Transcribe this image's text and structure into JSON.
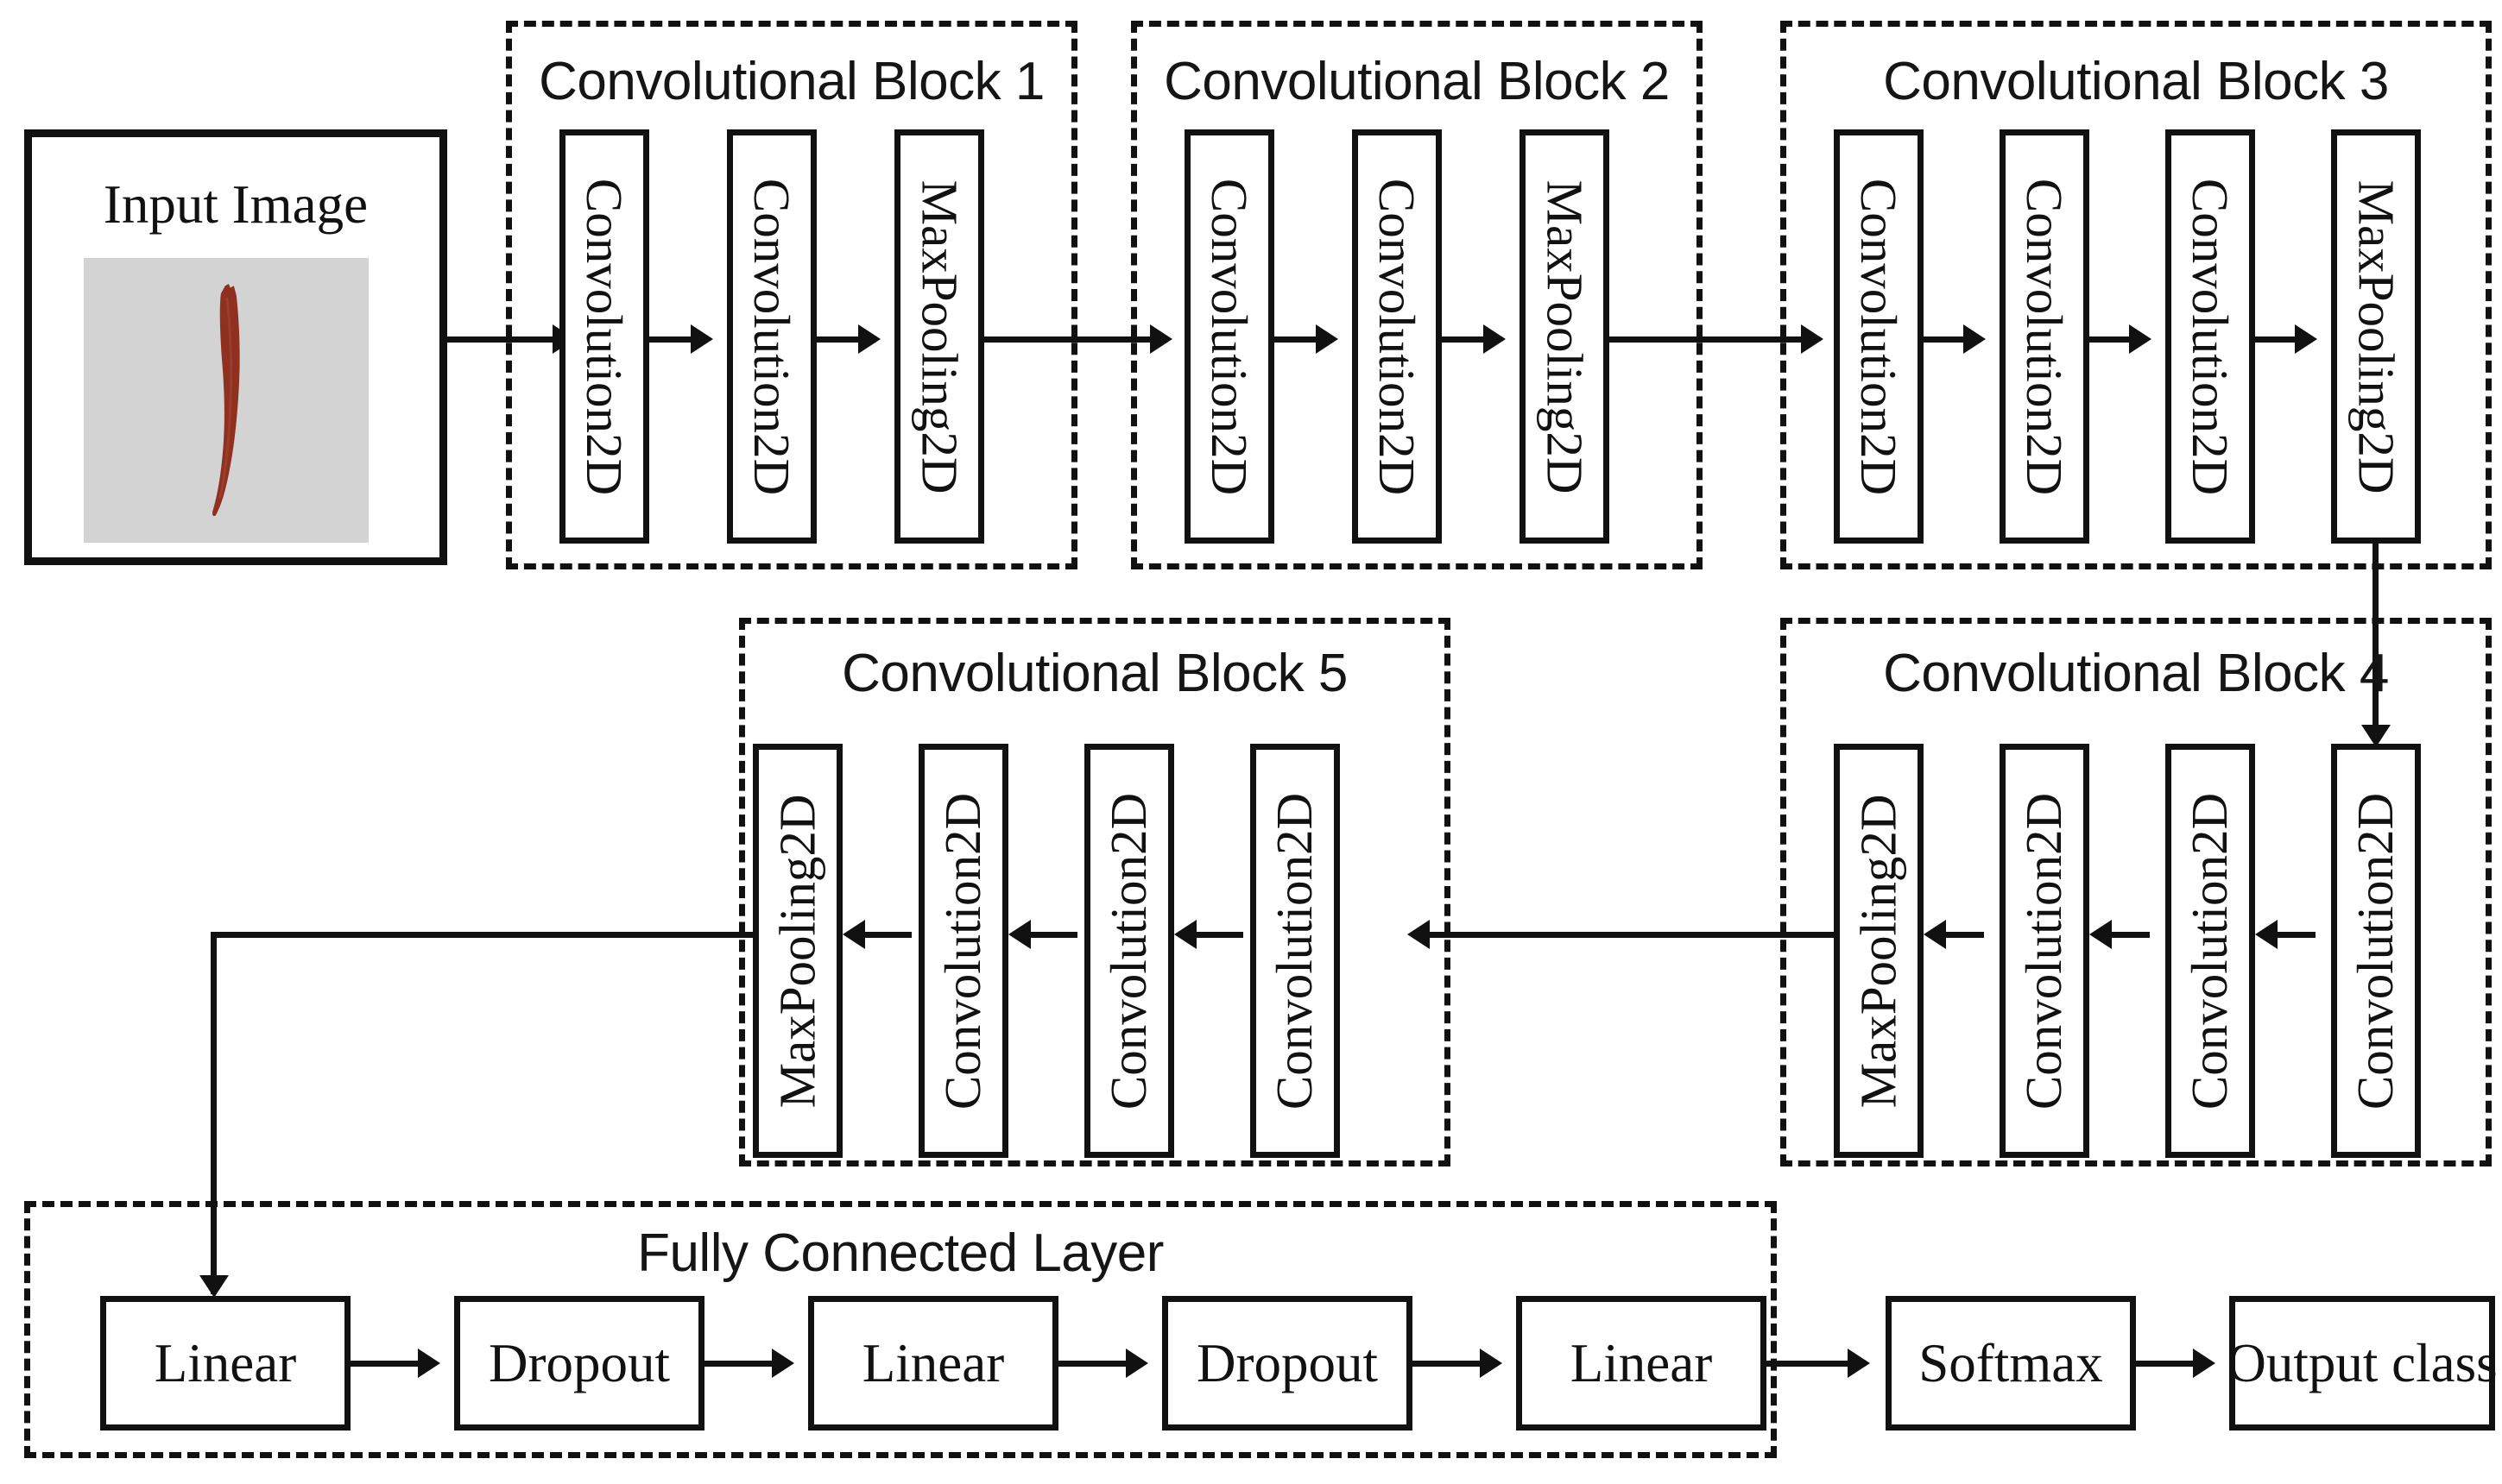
{
  "figure": {
    "type": "cnn-architecture-diagram",
    "description": "VGG-style convolutional neural network architecture for chili pepper image classification"
  },
  "input": {
    "title": "Input Image",
    "photo": {
      "subject": "dried red chili pepper",
      "background_color": "#d2d3d2",
      "object_color": "#8f3020"
    }
  },
  "blocks": [
    {
      "id": "conv-block-1",
      "title": "Convolutional Block 1",
      "layers": [
        "Convolution2D",
        "Convolution2D",
        "MaxPooling2D"
      ],
      "text_rotation": "clockwise"
    },
    {
      "id": "conv-block-2",
      "title": "Convolutional Block 2",
      "layers": [
        "Convolution2D",
        "Convolution2D",
        "MaxPooling2D"
      ],
      "text_rotation": "clockwise"
    },
    {
      "id": "conv-block-3",
      "title": "Convolutional Block 3",
      "layers": [
        "Convolution2D",
        "Convolution2D",
        "Convolution2D",
        "MaxPooling2D"
      ],
      "text_rotation": "clockwise"
    },
    {
      "id": "conv-block-4",
      "title": "Convolutional Block 4",
      "layers": [
        "MaxPooling2D",
        "Convolution2D",
        "Convolution2D",
        "Convolution2D"
      ],
      "text_rotation": "counter-clockwise"
    },
    {
      "id": "conv-block-5",
      "title": "Convolutional Block 5",
      "layers": [
        "MaxPooling2D",
        "Convolution2D",
        "Convolution2D",
        "Convolution2D"
      ],
      "text_rotation": "counter-clockwise"
    }
  ],
  "fully_connected": {
    "title": "Fully Connected Layer",
    "layers": [
      "Linear",
      "Dropout",
      "Linear",
      "Dropout",
      "Linear"
    ]
  },
  "output_stage": {
    "layers": [
      "Softmax",
      "Output class"
    ]
  },
  "style": {
    "line_color": "#111111",
    "box_fill": "#ffffff",
    "page_background": "#ffffff"
  }
}
